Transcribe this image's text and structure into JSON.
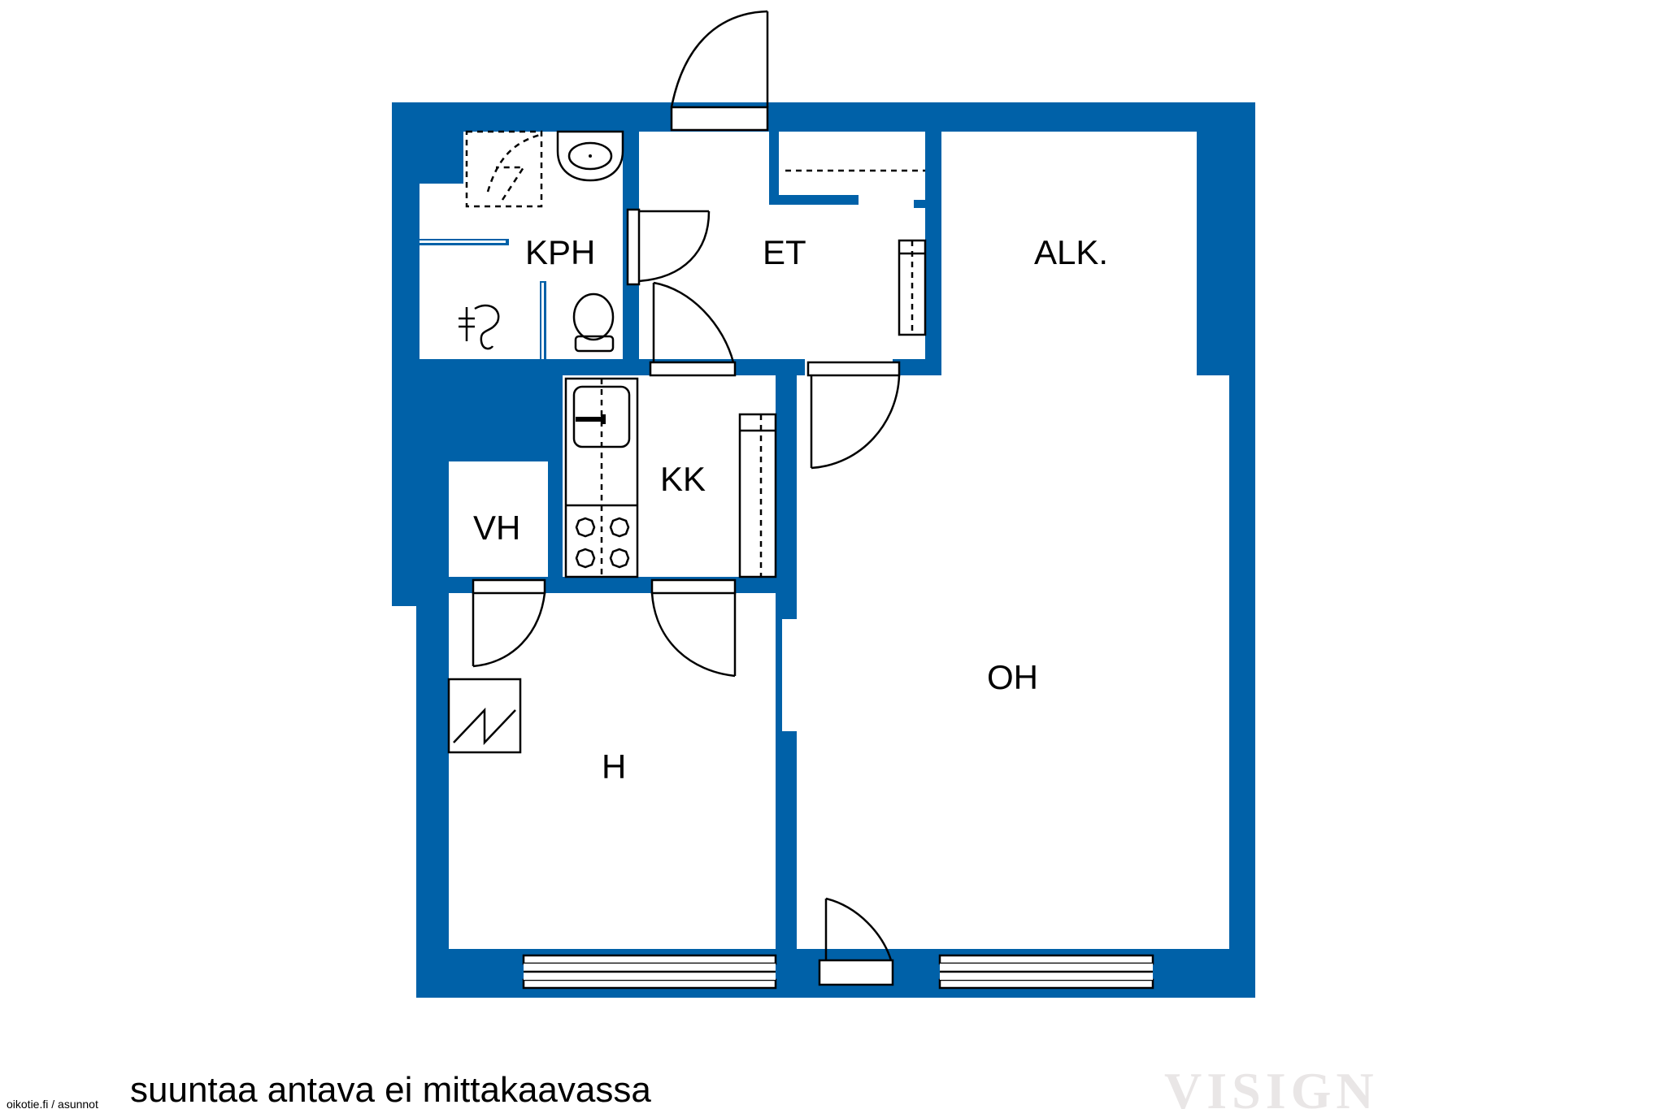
{
  "colors": {
    "wall": "#0061a8",
    "line": "#000000",
    "background": "#ffffff",
    "logo": "#e9e6e6"
  },
  "rooms": {
    "kph": "KPH",
    "et": "ET",
    "alk": "ALK.",
    "kk": "KK",
    "vh": "VH",
    "oh": "OH",
    "h": "H"
  },
  "caption": "suuntaa antava ei mittakaavassa",
  "credit": "oikotie.fi / asunnot",
  "logo": "VISIGN"
}
